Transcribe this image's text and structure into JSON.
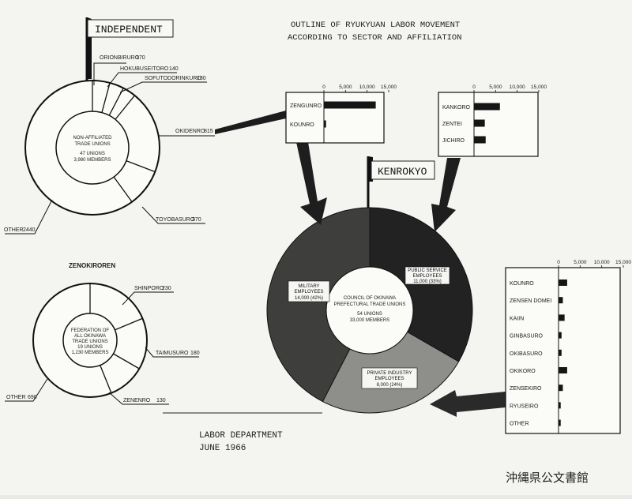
{
  "title": {
    "line1": "OUTLINE OF RYUKYUAN LABOR MOVEMENT",
    "line2": "ACCORDING TO SECTOR AND AFFILIATION"
  },
  "footer": {
    "line1": "LABOR DEPARTMENT",
    "line2": "JUNE 1966"
  },
  "watermark": "沖縄県公文書館",
  "chart_data": [
    {
      "type": "pie",
      "group_label": "INDEPENDENT",
      "center_text": [
        "NON-AFFILIATED",
        "TRADE UNIONS",
        "47 UNIONS",
        "3,980 MEMBERS"
      ],
      "slices": [
        {
          "label": "ORIONBIRURO",
          "value": 170
        },
        {
          "label": "HOKUBUSEITORO",
          "value": 140
        },
        {
          "label": "SOFUTODORINKURO",
          "value": 130
        },
        {
          "label": "OKIDENRO",
          "value": 815
        },
        {
          "label": "TOYOBASURO",
          "value": 370
        },
        {
          "label": "OTHER",
          "value": 2440
        }
      ]
    },
    {
      "type": "pie",
      "group_label": "ZENOKIROREN",
      "center_text": [
        "FEDERATION OF",
        "ALL OKINAWA",
        "TRADE UNIONS",
        "19 UNIONS",
        "1,230 MEMBERS"
      ],
      "slices": [
        {
          "label": "SHINPORO",
          "value": 230
        },
        {
          "label": "TAIMUSURO",
          "value": 180
        },
        {
          "label": "ZENENRO",
          "value": 130
        },
        {
          "label": "OTHER",
          "value": 690
        }
      ]
    },
    {
      "type": "pie",
      "group_label": "KENROKYO",
      "center_text": [
        "COUNCIL OF OKINAWA",
        "PREFECTURAL TRADE UNIONS",
        "54 UNIONS",
        "33,000 MEMBERS"
      ],
      "slices": [
        {
          "label": "PUBLIC SERVICE",
          "label2": "EMPLOYEES",
          "value_text": "11,000 (33%)",
          "value": 11000,
          "color": "#222222"
        },
        {
          "label": "PRIVATE INDUSTRY",
          "label2": "EMPLOYEES",
          "value_text": "8,000 (24%)",
          "value": 8000,
          "color": "#8e8e8a"
        },
        {
          "label": "MILITARY",
          "label2": "EMPLOYEES",
          "value_text": "14,000 (42%)",
          "value": 14000,
          "color": "#3e3e3c"
        }
      ]
    },
    {
      "type": "bar",
      "orientation": "horizontal",
      "axis_ticks": [
        "0",
        "5,000",
        "10,000",
        "15,000"
      ],
      "xlim": [
        0,
        15000
      ],
      "categories": [
        "ZENGUNRO",
        "KOUNRO"
      ],
      "values": [
        12000,
        500
      ]
    },
    {
      "type": "bar",
      "orientation": "horizontal",
      "axis_ticks": [
        "0",
        "5,000",
        "10,000",
        "15,000"
      ],
      "xlim": [
        0,
        15000
      ],
      "categories": [
        "KANKORO",
        "ZENTEI",
        "JICHIRO"
      ],
      "values": [
        6000,
        2500,
        2700
      ]
    },
    {
      "type": "bar",
      "orientation": "horizontal",
      "axis_ticks": [
        "0",
        "5,000",
        "10,000",
        "15,000"
      ],
      "xlim": [
        0,
        15000
      ],
      "categories": [
        "KOUNRO",
        "ZENSEN DOMEI",
        "KAIIN",
        "GINBASURO",
        "OKIBASURO",
        "OKIKORO",
        "ZENSEKIRO",
        "RYUSEIRO",
        "OTHER"
      ],
      "values": [
        2000,
        1000,
        1400,
        700,
        700,
        2000,
        1000,
        500,
        500
      ]
    }
  ]
}
